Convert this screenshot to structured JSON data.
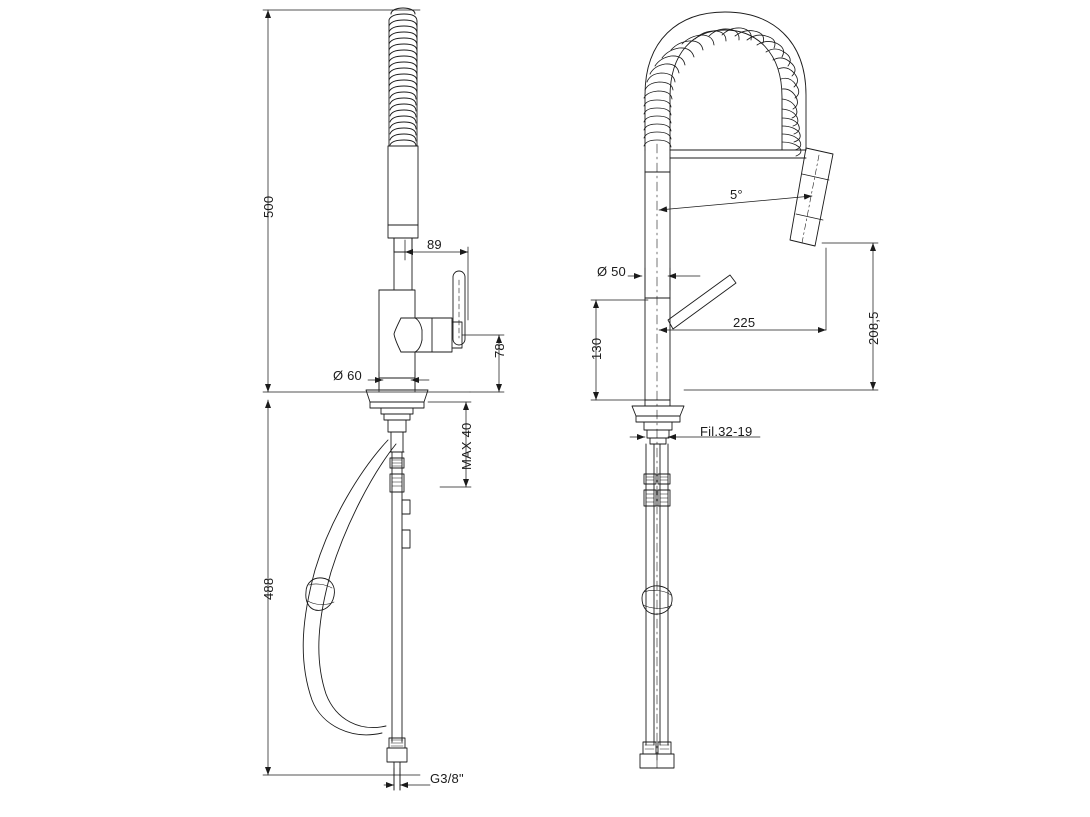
{
  "document": {
    "type": "technical-drawing",
    "subject": "Pull-out spring kitchen mixer tap",
    "units": "mm",
    "views": [
      {
        "id": "front-view",
        "name": "Front elevation with flexible hose"
      },
      {
        "id": "side-view",
        "name": "Side elevation"
      }
    ]
  },
  "dimensions": {
    "overall_height": "500",
    "spout_reach_front": "89",
    "base_diameter": "Ø 60",
    "handle_height": "78",
    "max_counter_thickness": "MAX 40",
    "hose_length": "488",
    "supply_thread": "G3/8\"",
    "body_diameter": "Ø 50",
    "body_height": "130",
    "spout_reach_side": "225",
    "spout_height": "208,5",
    "spout_angle": "5°",
    "mounting_thread": "Fil.32-19"
  },
  "colors": {
    "line": "#1b1b1b",
    "dimension": "#1b1b1b",
    "background": "#ffffff"
  }
}
